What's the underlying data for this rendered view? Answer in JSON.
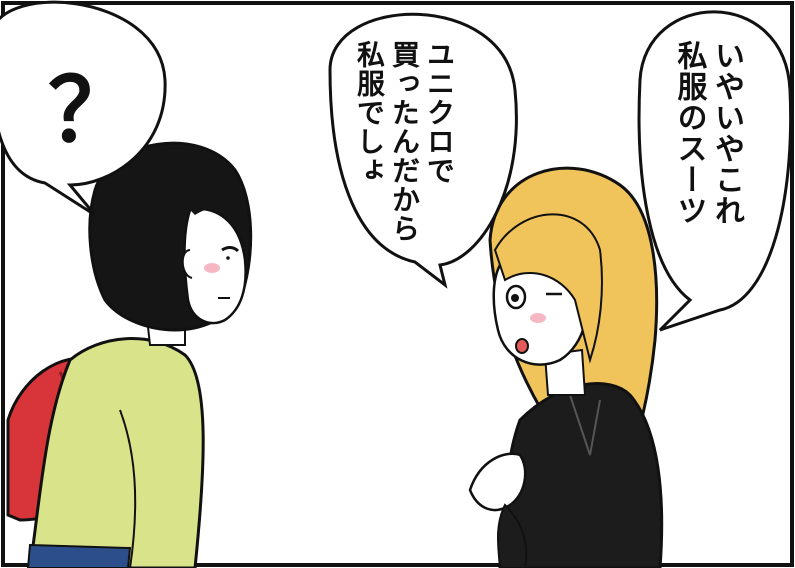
{
  "bubbles": {
    "left": {
      "text": "？"
    },
    "middle": {
      "lines": [
        "ユニクロで",
        "買ったんだから",
        "私服でしょ"
      ]
    },
    "right": {
      "lines": [
        "いやいやこれ",
        "私服のスーツ"
      ]
    }
  },
  "colors": {
    "frame": "#111111",
    "blonde_hair": "#f0c45a",
    "black_hair": "#151515",
    "cardigan": "#d9e38a",
    "backpack": "#d8353b",
    "suit": "#1c1c1c",
    "skin": "#ffffff"
  }
}
